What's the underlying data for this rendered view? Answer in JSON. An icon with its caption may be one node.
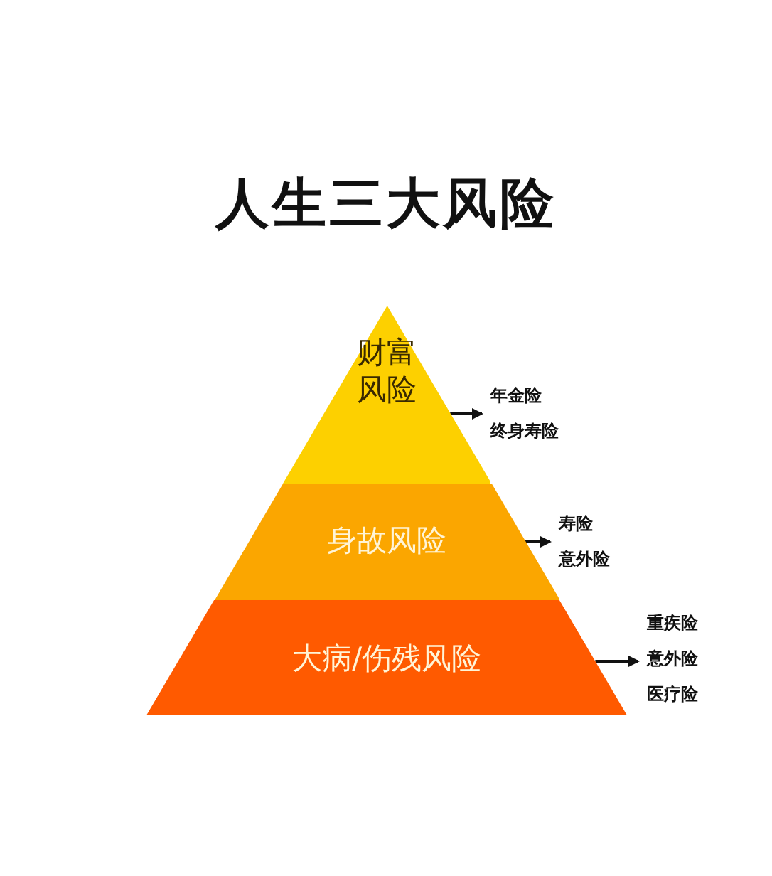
{
  "diagram": {
    "title": "人生三大风险",
    "nodes": [
      {
        "text": [
          "财富风险"
        ]
      },
      {
        "text": [
          "身故风险"
        ]
      },
      {
        "text": [
          "大病/伤残风险"
        ]
      },
      {
        "text": [
          "年金险",
          "终身寿险"
        ]
      },
      {
        "text": [
          "寿险",
          "意外险"
        ]
      },
      {
        "text": [
          "重疾险",
          "意外险",
          "医疗险"
        ]
      }
    ],
    "edges": [
      {
        "from": 0,
        "to": 3,
        "arrow": "to"
      },
      {
        "from": 1,
        "to": 4,
        "arrow": "to"
      },
      {
        "from": 2,
        "to": 5,
        "arrow": "to"
      }
    ]
  }
}
